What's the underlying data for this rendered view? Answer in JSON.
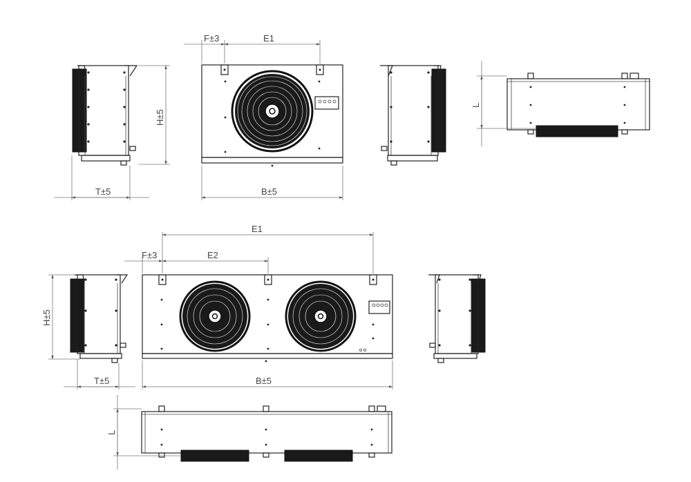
{
  "drawing": {
    "top_row": {
      "front_labels": {
        "f": "F±3",
        "e1": "E1",
        "h": "H±5",
        "b": "B±5"
      },
      "side_label_t": "T±5",
      "top_view_label_l": "L"
    },
    "bottom_row": {
      "front_labels": {
        "e1": "E1",
        "f": "F±3",
        "e2": "E2",
        "h": "H±5",
        "b": "B±5"
      },
      "side_label_t": "T±5",
      "top_view_label_l": "L"
    }
  }
}
